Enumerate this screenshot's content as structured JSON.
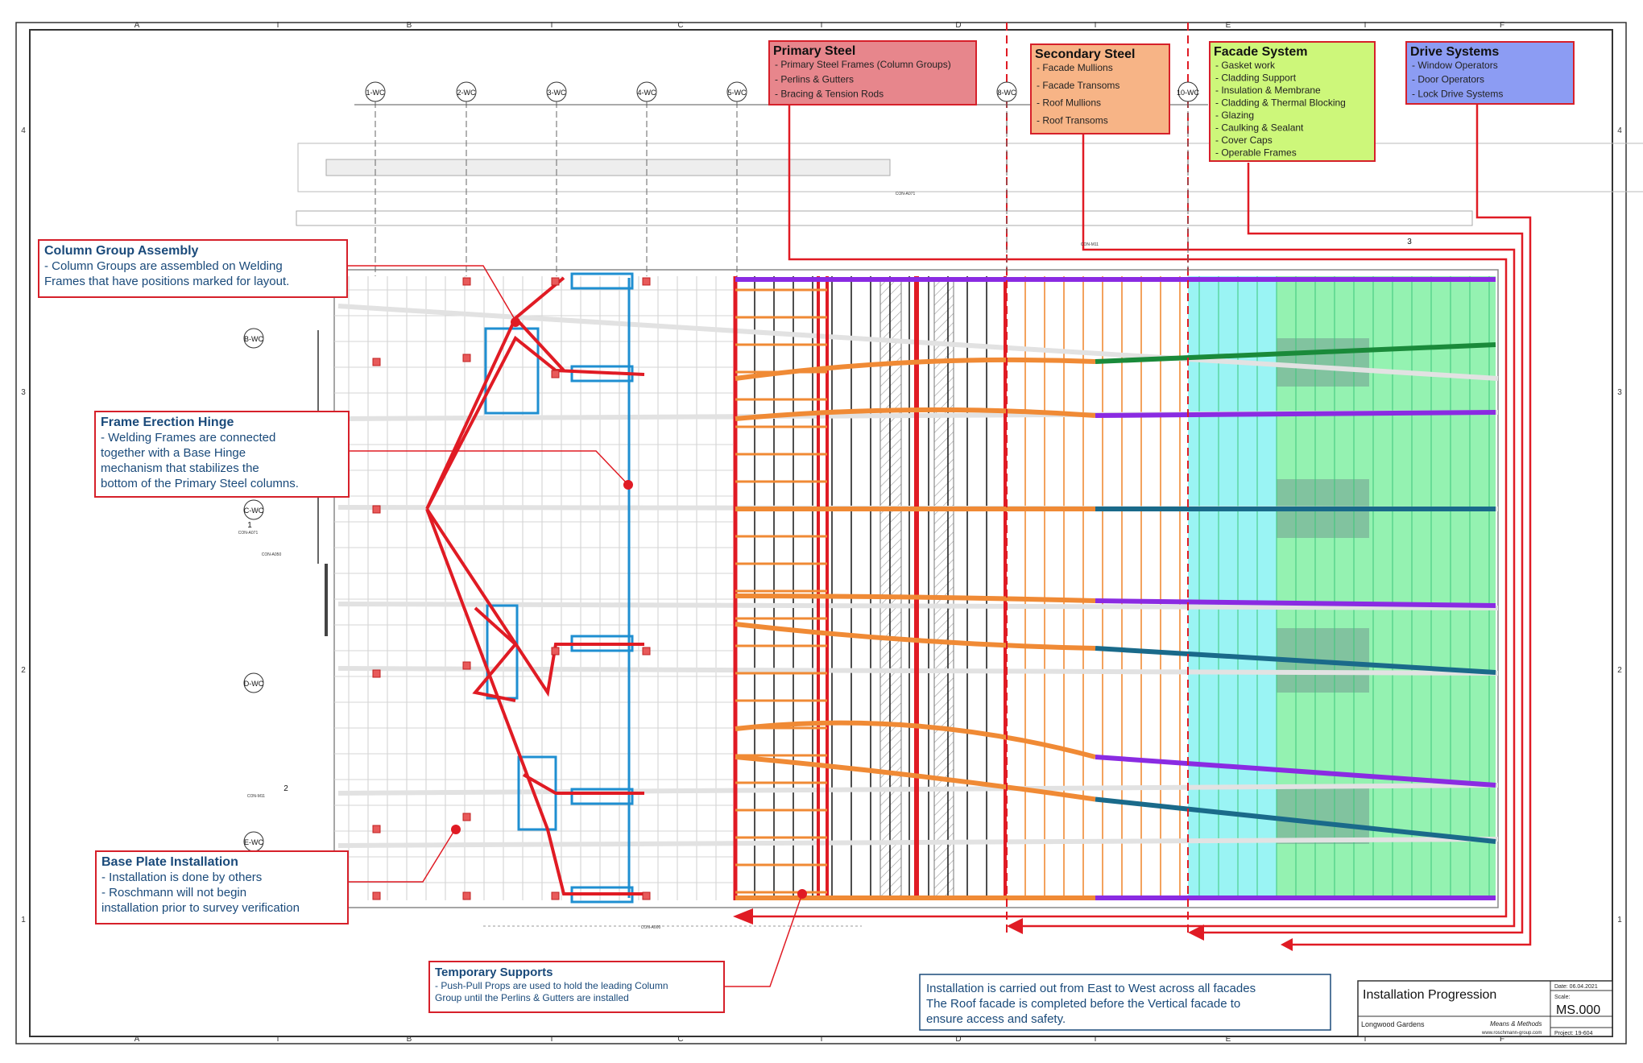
{
  "sheet": {
    "col_letters": [
      "A",
      "B",
      "C",
      "D",
      "E",
      "F"
    ],
    "row_numbers": [
      "4",
      "3",
      "2",
      "1"
    ],
    "col_marks": [
      "I",
      "I",
      "I",
      "I",
      "I"
    ]
  },
  "gridlines": {
    "top": [
      "1-WC",
      "2-WC",
      "3-WC",
      "4-WC",
      "5-WC",
      "8-WC",
      "10-WC"
    ],
    "left": [
      "B-WC",
      "C-WC",
      "D-WC",
      "E-WC"
    ],
    "markers": [
      "1",
      "2",
      "3"
    ],
    "small_tags": [
      "CON-A071",
      "CON-M11",
      "CON-M11",
      "CON-A000",
      "CON-A071",
      "CON-A050"
    ]
  },
  "legend": [
    {
      "id": "primary",
      "title": "Primary Steel",
      "fill": "#e7868c",
      "border": "#d6202a",
      "items": [
        "- Primary Steel Frames (Column Groups)",
        "- Perlins & Gutters",
        "- Bracing & Tension Rods"
      ]
    },
    {
      "id": "secondary",
      "title": "Secondary Steel",
      "fill": "#f7b486",
      "border": "#d6202a",
      "items": [
        "- Facade Mullions",
        "- Facade Transoms",
        "- Roof Mullions",
        "- Roof Transoms"
      ]
    },
    {
      "id": "facade",
      "title": "Facade System",
      "fill": "#cdf77a",
      "border": "#d6202a",
      "items": [
        "- Gasket work",
        "- Cladding Support",
        "- Insulation & Membrane",
        "- Cladding & Thermal Blocking",
        "- Glazing",
        "- Caulking & Sealant",
        "- Cover Caps",
        "- Operable Frames"
      ]
    },
    {
      "id": "drive",
      "title": "Drive Systems",
      "fill": "#8c9cf3",
      "border": "#d6202a",
      "items": [
        "- Window Operators",
        "- Door Operators",
        "- Lock Drive Systems"
      ]
    }
  ],
  "callouts": [
    {
      "id": "column-group",
      "title": "Column Group Assembly",
      "lines": [
        "- Column Groups are assembled on Welding",
        "Frames that have positions marked for layout."
      ]
    },
    {
      "id": "frame-hinge",
      "title": "Frame Erection Hinge",
      "lines": [
        "- Welding Frames are connected",
        "together with a Base Hinge",
        "mechanism that stabilizes the",
        "bottom of the Primary Steel columns."
      ]
    },
    {
      "id": "base-plate",
      "title": "Base Plate Installation",
      "lines": [
        "- Installation is done by others",
        "- Roschmann will not begin",
        "installation prior to survey verification"
      ]
    },
    {
      "id": "temp-supports",
      "title": "Temporary Supports",
      "lines": [
        "- Push-Pull Props are used to hold the leading Column",
        "Group until the Perlins & Gutters are installed"
      ]
    }
  ],
  "note": {
    "lines": [
      "Installation is carried out from East to West across all facades",
      "The Roof facade is completed before the Vertical facade to",
      "ensure access and safety."
    ]
  },
  "title_block": {
    "title": "Installation Progression",
    "project_name": "Longwood Gardens",
    "means": "Means & Methods",
    "website": "www.roschmann-group.com",
    "date_label": "Date: 06.04.2021",
    "scale_label": "Scale:",
    "sheet_no": "MS.000",
    "project_label": "Project: 19-604"
  },
  "colors": {
    "primary_red": "#e01b24",
    "secondary_orange": "#f08a35",
    "facade_green": "#8ff07a",
    "facade_cyan": "#8ff3f3",
    "drive_purple": "#8a2be2",
    "callout_blue": "#1a4a7a",
    "frame_blue": "#1f8fd1"
  }
}
